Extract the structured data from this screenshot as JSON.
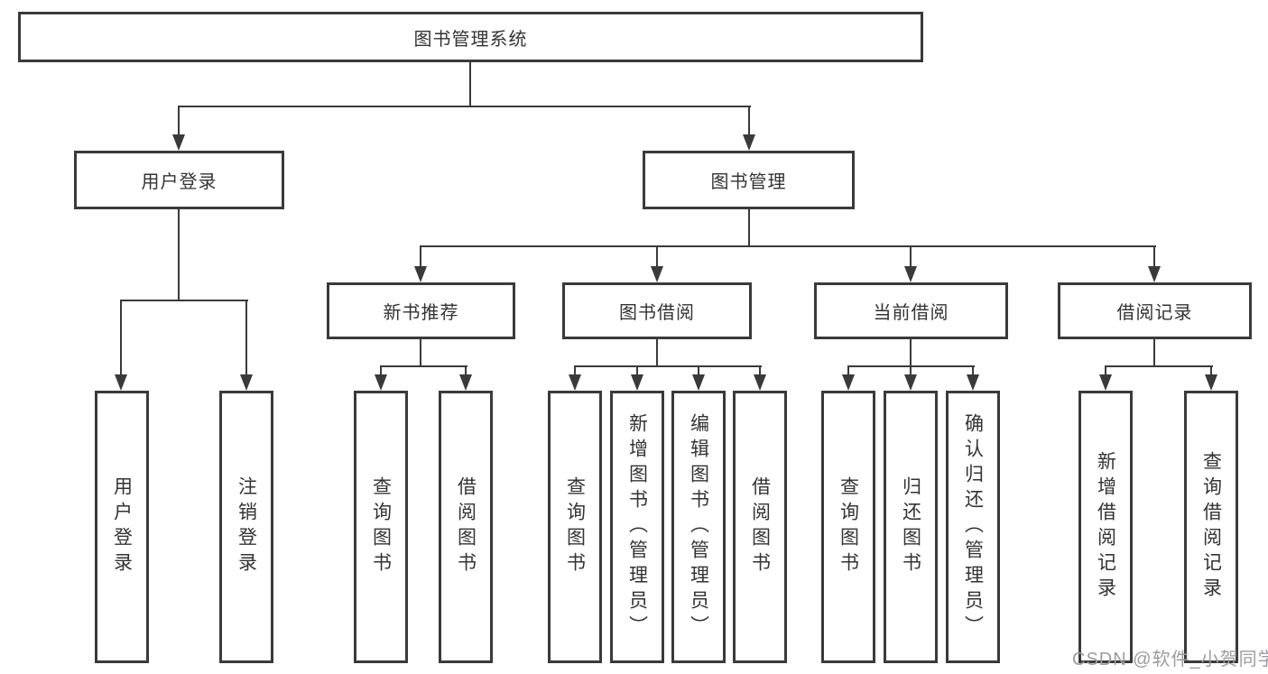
{
  "title": "图书管理系统",
  "tree": {
    "label": "图书管理系统",
    "children": [
      {
        "label": "用户登录",
        "children": [
          {
            "label": "用户登录"
          },
          {
            "label": "注销登录"
          }
        ]
      },
      {
        "label": "图书管理",
        "children": [
          {
            "label": "新书推荐",
            "children": [
              {
                "label": "查询图书"
              },
              {
                "label": "借阅图书"
              }
            ]
          },
          {
            "label": "图书借阅",
            "children": [
              {
                "label": "查询图书"
              },
              {
                "label": "新增图书（管理员）"
              },
              {
                "label": "编辑图书（管理员）"
              },
              {
                "label": "借阅图书"
              }
            ]
          },
          {
            "label": "当前借阅",
            "children": [
              {
                "label": "查询图书"
              },
              {
                "label": "归还图书"
              },
              {
                "label": "确认归还（管理员）"
              }
            ]
          },
          {
            "label": "借阅记录",
            "children": [
              {
                "label": "新增借阅记录"
              },
              {
                "label": "查询借阅记录"
              }
            ]
          }
        ]
      }
    ]
  },
  "watermark": "CSDN @软件_小贺同学",
  "colors": {
    "line": "#3a3a3a",
    "box_fill": "#ffffff",
    "text": "#333333",
    "watermark": "#9b9ba1"
  }
}
